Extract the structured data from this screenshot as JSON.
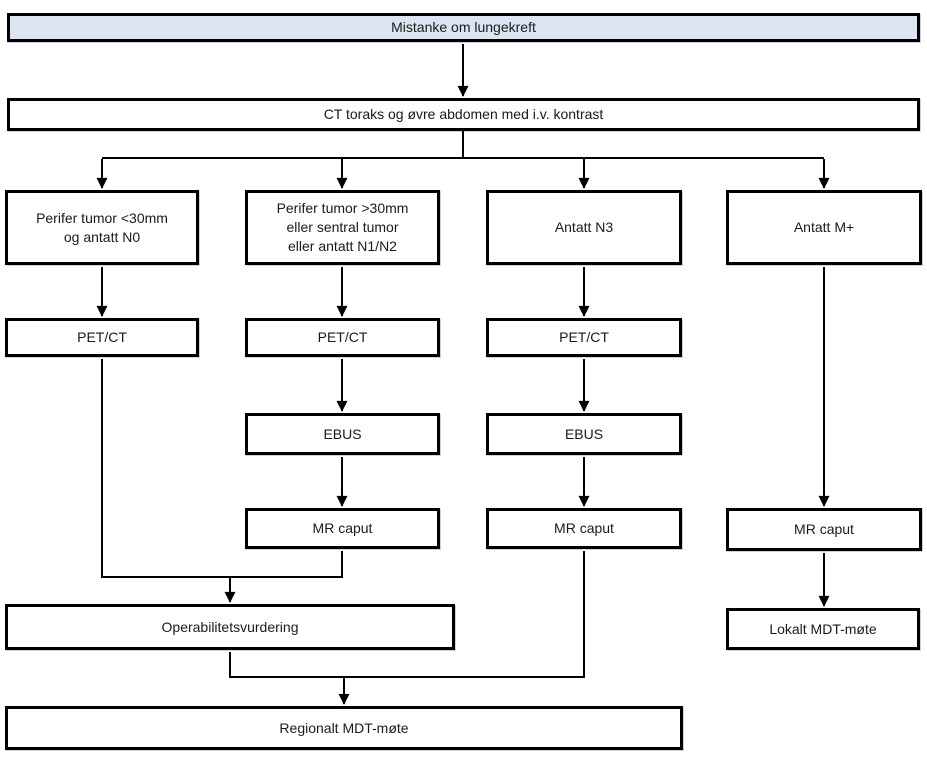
{
  "diagram": {
    "colors": {
      "start_fill": "#dbe5f1",
      "box_fill": "#ffffff",
      "box_border": "#000000",
      "line": "#000000",
      "text": "#1a1a1a"
    },
    "nodes": {
      "start": {
        "label": "Mistanke om lungekreft"
      },
      "ct": {
        "label": "CT toraks og øvre abdomen med i.v. kontrast"
      },
      "branch_peripheral_small": {
        "lines": [
          "Perifer tumor <30mm",
          "og antatt N0"
        ]
      },
      "branch_peripheral_large": {
        "lines": [
          "Perifer tumor >30mm",
          "eller sentral tumor",
          "eller antatt N1/N2"
        ]
      },
      "branch_n3": {
        "label": "Antatt N3"
      },
      "branch_m_plus": {
        "label": "Antatt M+"
      },
      "petct_col1": {
        "label": "PET/CT"
      },
      "petct_col2": {
        "label": "PET/CT"
      },
      "petct_col3": {
        "label": "PET/CT"
      },
      "ebus_col2": {
        "label": "EBUS"
      },
      "ebus_col3": {
        "label": "EBUS"
      },
      "mr_caput_col2": {
        "label": "MR caput"
      },
      "mr_caput_col3": {
        "label": "MR caput"
      },
      "mr_caput_col4": {
        "label": "MR caput"
      },
      "operability": {
        "label": "Operabilitetsvurdering"
      },
      "local_mdt": {
        "label": "Lokalt MDT-møte"
      },
      "regional_mdt": {
        "label": "Regionalt MDT-møte"
      }
    }
  }
}
